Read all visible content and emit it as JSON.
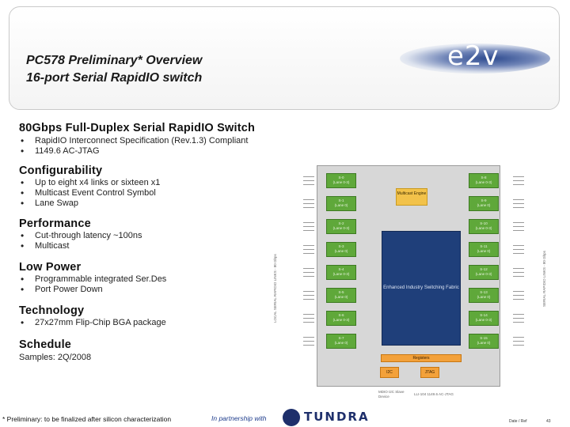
{
  "header": {
    "title_line1": "PC578 Preliminary* Overview",
    "title_line2": "16-port Serial RapidIO switch",
    "logo_text": "e2v"
  },
  "sections": {
    "switch": {
      "heading": "80Gbps Full-Duplex Serial RapidIO Switch",
      "bullets": [
        "RapidIO Interconnect Specification (Rev.1.3) Compliant",
        "1149.6 AC-JTAG"
      ]
    },
    "config": {
      "heading": "Configurability",
      "bullets": [
        "Up to eight x4 links or sixteen x1",
        "Multicast Event Control Symbol",
        "Lane Swap"
      ]
    },
    "perf": {
      "heading": "Performance",
      "bullets": [
        "Cut-through latency ~100ns",
        "Multicast"
      ]
    },
    "power": {
      "heading": "Low Power",
      "bullets": [
        "Programmable integrated Ser.Des",
        "Port Power Down"
      ]
    },
    "tech": {
      "heading": "Technology",
      "bullets": [
        "27x27mm Flip-Chip BGA package"
      ]
    },
    "schedule": {
      "heading": "Schedule",
      "text": "Samples: 2Q/2008"
    }
  },
  "diagram": {
    "center_text": "Enhanced Industry Switching Fabric",
    "multicast": "Multicast Engine",
    "registers": "Registers",
    "box_i2c": "I2C",
    "box_jtag": "JTAG",
    "bottom_label_left": "MDIO I2C Slave Device",
    "bottom_label_right": "LLI-104 1149.6 AC-JTAG",
    "left_vertical": "LOCAL SERIAL RAPIDIO LINKS - 80 Gbps",
    "right_vertical": "SERIAL RAPIDIO LINKS - 80 Gbps",
    "left_ports": [
      {
        "l1": "S-0",
        "l2": "(Lane 0-3)"
      },
      {
        "l1": "S-1",
        "l2": "(Lane 0)"
      },
      {
        "l1": "S-2",
        "l2": "(Lane 0-3)"
      },
      {
        "l1": "S-3",
        "l2": "(Lane 0)"
      },
      {
        "l1": "S-4",
        "l2": "(Lane 0-3)"
      },
      {
        "l1": "S-5",
        "l2": "(Lane 0)"
      },
      {
        "l1": "S-6",
        "l2": "(Lane 0-3)"
      },
      {
        "l1": "S-7",
        "l2": "(Lane 0)"
      }
    ],
    "right_ports": [
      {
        "l1": "S-8",
        "l2": "(Lane 0-3)"
      },
      {
        "l1": "S-9",
        "l2": "(Lane 0)"
      },
      {
        "l1": "S-10",
        "l2": "(Lane 0-3)"
      },
      {
        "l1": "S-11",
        "l2": "(Lane 0)"
      },
      {
        "l1": "S-12",
        "l2": "(Lane 0-3)"
      },
      {
        "l1": "S-13",
        "l2": "(Lane 0)"
      },
      {
        "l1": "S-14",
        "l2": "(Lane 0-3)"
      },
      {
        "l1": "S-15",
        "l2": "(Lane 0)"
      }
    ],
    "colors": {
      "port": "#5fa83a",
      "fabric": "#1f3f7a",
      "multicast": "#f2c24a",
      "registers": "#f3a13a"
    }
  },
  "footer": {
    "note": "* Preliminary: to be finalized after silicon characterization",
    "partner": "In partnership with",
    "partner_logo_text": "TUNDRA",
    "date_ref": "Date / Ref",
    "page": "43"
  }
}
